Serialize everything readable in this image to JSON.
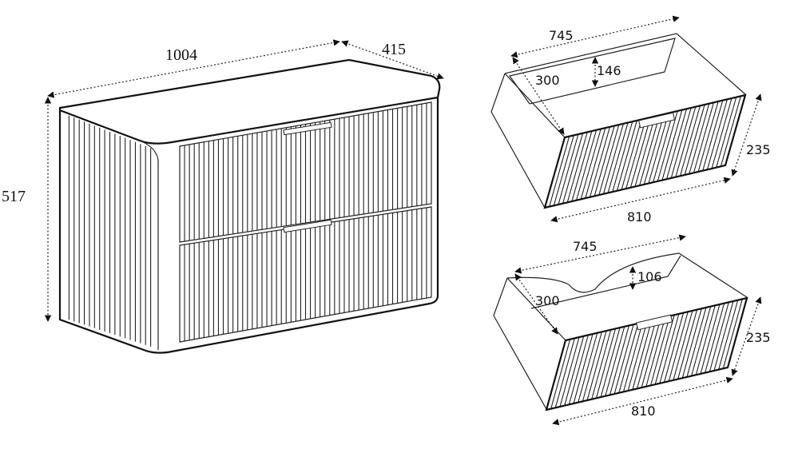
{
  "cabinet": {
    "width": "1004",
    "depth": "415",
    "height": "517"
  },
  "drawer_top": {
    "width": "745",
    "depth": "300",
    "inner_height": "146",
    "front_height": "235",
    "front_width": "810"
  },
  "drawer_bottom": {
    "width": "745",
    "depth": "300",
    "inner_height": "106",
    "front_height": "235",
    "front_width": "810"
  }
}
